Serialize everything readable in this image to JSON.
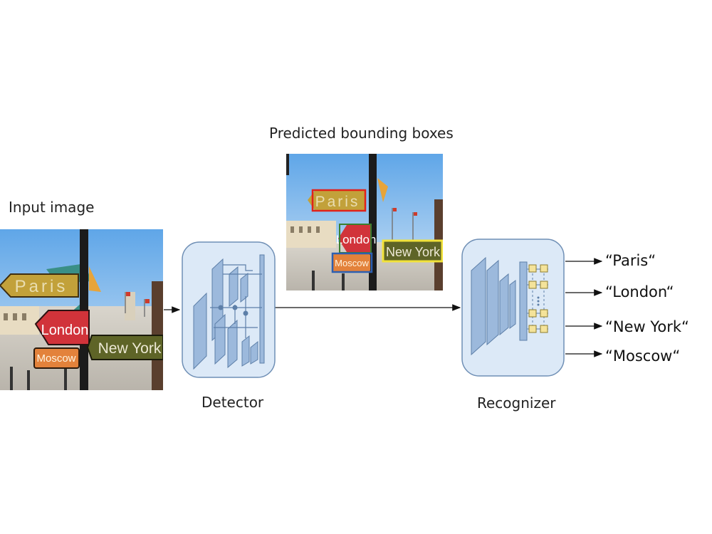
{
  "labels": {
    "input_image": "Input image",
    "predicted_boxes": "Predicted bounding boxes",
    "detector": "Detector",
    "recognizer": "Recognizer"
  },
  "signs": {
    "paris": "Paris",
    "london": "London",
    "new_york": "New York",
    "moscow": "Moscow"
  },
  "outputs": [
    "“Paris“",
    "“London“",
    "“New York“",
    "“Moscow“"
  ],
  "colors": {
    "module_fill": "#dce9f7",
    "module_stroke": "#6f8fb5",
    "bar_fill": "#9cb9dc",
    "node_fill": "#f4e39a",
    "box_red": "#e0221b",
    "box_yellow": "#f1e23a",
    "box_blue": "#2d5fb0"
  }
}
